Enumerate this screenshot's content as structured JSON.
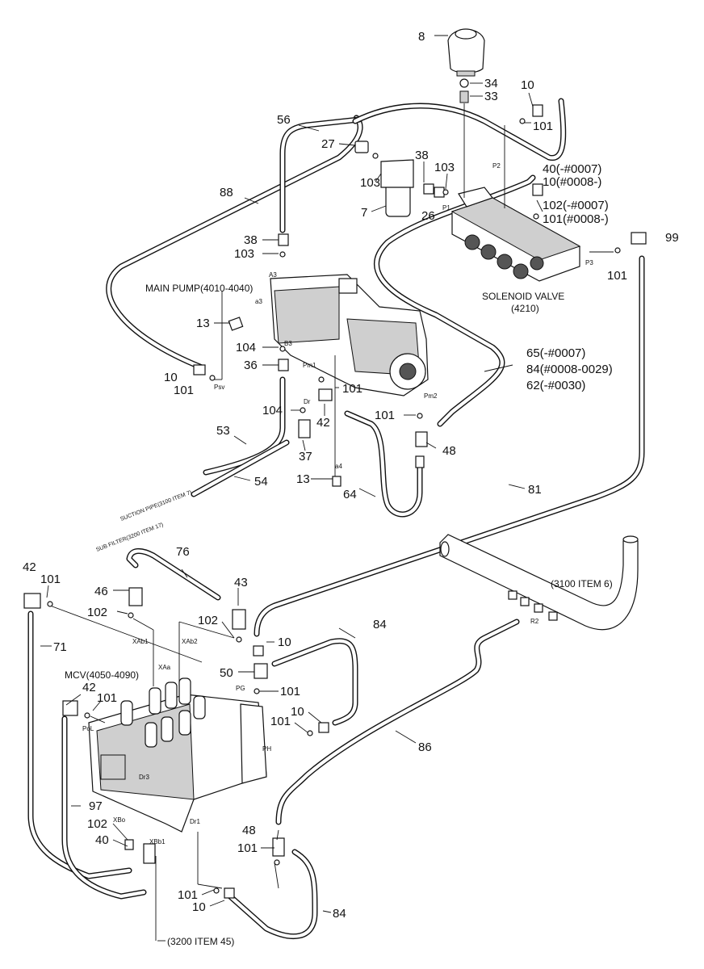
{
  "callouts": {
    "c8": "8",
    "c34": "34",
    "c33": "33",
    "c10a": "10",
    "c101a": "101",
    "c56": "56",
    "c27": "27",
    "c38a": "38",
    "c103a": "103",
    "c103b": "103",
    "c103c": "103",
    "c7": "7",
    "c26": "26",
    "c40x": "40(-#0007)",
    "c10x": "10(#0008-)",
    "c102x": "102(-#0007)",
    "c101x": "101(#0008-)",
    "c99": "99",
    "c88": "88",
    "c38b": "38",
    "c101b": "101",
    "c13a": "13",
    "c104a": "104",
    "c36": "36",
    "c10b": "10",
    "c101c": "101",
    "c65": "65(-#0007)",
    "c84x": "84(#0008-0029)",
    "c62": "62(-#0030)",
    "c101d": "101",
    "c104b": "104",
    "c42a": "42",
    "c101e": "101",
    "c48a": "48",
    "c53": "53",
    "c37": "37",
    "c54": "54",
    "c13b": "13",
    "c64": "64",
    "c81": "81",
    "c42b": "42",
    "c101f": "101",
    "c76": "76",
    "c46": "46",
    "c43": "43",
    "c102a": "102",
    "c102b": "102",
    "c71": "71",
    "c84a": "84",
    "c10c": "10",
    "c50": "50",
    "c101g": "101",
    "c42c": "42",
    "c101h": "101",
    "c101i": "101",
    "c10d": "10",
    "c86": "86",
    "c97": "97",
    "c102c": "102",
    "c40": "40",
    "c48b": "48",
    "c101j": "101",
    "c101k": "101",
    "c10e": "10",
    "c84b": "84"
  },
  "titles": {
    "main_pump": "MAIN PUMP(4010-4040)",
    "solenoid_valve": "SOLENOID VALVE",
    "solenoid_ref": "(4210)",
    "mcv": "MCV(4050-4090)",
    "item_3100": "(3100 ITEM 6)",
    "item_3200": "(3200 ITEM 45)"
  },
  "port_labels": {
    "a3_upper": "A3",
    "a3": "a3",
    "b3": "B3",
    "psv": "Psv",
    "pm1": "Pm1",
    "dr": "Dr",
    "pm2": "Pm2",
    "a4": "a4",
    "p1": "P1",
    "p2": "P2",
    "p3": "P3",
    "xab1": "XAb1",
    "xab2": "XAb2",
    "xaa": "XAa",
    "pg": "PG",
    "pol": "PoL",
    "ph": "PH",
    "dr3": "Dr3",
    "dr1": "Dr1",
    "xbo": "XBo",
    "xbb1": "XBb1",
    "r2": "R2"
  },
  "rotated_notes": {
    "suction": "SUCTION PIPE(3100 ITEM 7)",
    "filter": "SUB FILTER(3200 ITEM 17)"
  }
}
